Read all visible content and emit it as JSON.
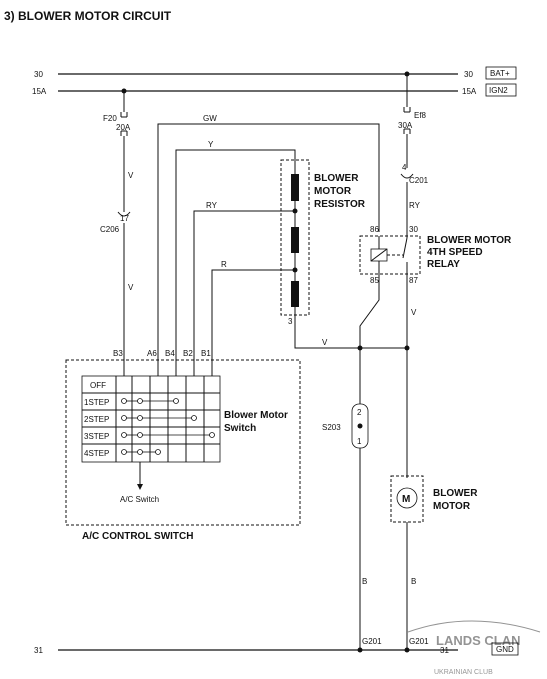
{
  "title": "3)  BLOWER MOTOR CIRCUIT",
  "rails": {
    "bat_left": "30",
    "bat_right": "30",
    "bat_box": "BAT+",
    "ign_left": "15A",
    "ign_right": "15A",
    "ign_box": "IGN2",
    "gnd_left": "31",
    "gnd_right": "31",
    "gnd_box": "GND"
  },
  "fuses": {
    "f20_name": "F20",
    "f20_rating": "20A",
    "ef8_name": "Ef8",
    "ef8_rating": "30A"
  },
  "connectors": {
    "c206_pin": "17",
    "c206_name": "C206",
    "c201_pin": "4",
    "c201_name": "C201",
    "s203_name": "S203",
    "s203_pin_top": "2",
    "s203_pin_bottom": "1",
    "g201_left": "G201",
    "g201_right": "G201"
  },
  "wires": {
    "v1": "V",
    "v2": "V",
    "gw": "GW",
    "y": "Y",
    "ry": "RY",
    "r": "R",
    "ry_relay": "RY",
    "v_relay": "V",
    "v_bottom": "V",
    "b_left": "B",
    "b_right": "B"
  },
  "resistor": {
    "label_line1": "BLOWER",
    "label_line2": "MOTOR",
    "label_line3": "RESISTOR",
    "pin": "3"
  },
  "relay": {
    "label_line1": "BLOWER MOTOR",
    "label_line2": "4TH SPEED",
    "label_line3": "RELAY",
    "pin_86": "86",
    "pin_30": "30",
    "pin_85": "85",
    "pin_87": "87"
  },
  "switch": {
    "pins": [
      "B3",
      "A6",
      "B4",
      "B2",
      "B1"
    ],
    "rows": [
      "OFF",
      "1STEP",
      "2STEP",
      "3STEP",
      "4STEP"
    ],
    "label_line1": "Blower Motor",
    "label_line2": "Switch",
    "ac_switch": "A/C Switch",
    "outer_label": "A/C CONTROL SWITCH"
  },
  "motor": {
    "symbol": "M",
    "label_line1": "BLOWER",
    "label_line2": "MOTOR"
  },
  "watermark": {
    "brand": "LANDS CLAN",
    "sub": "UKRAINIAN CLUB"
  }
}
